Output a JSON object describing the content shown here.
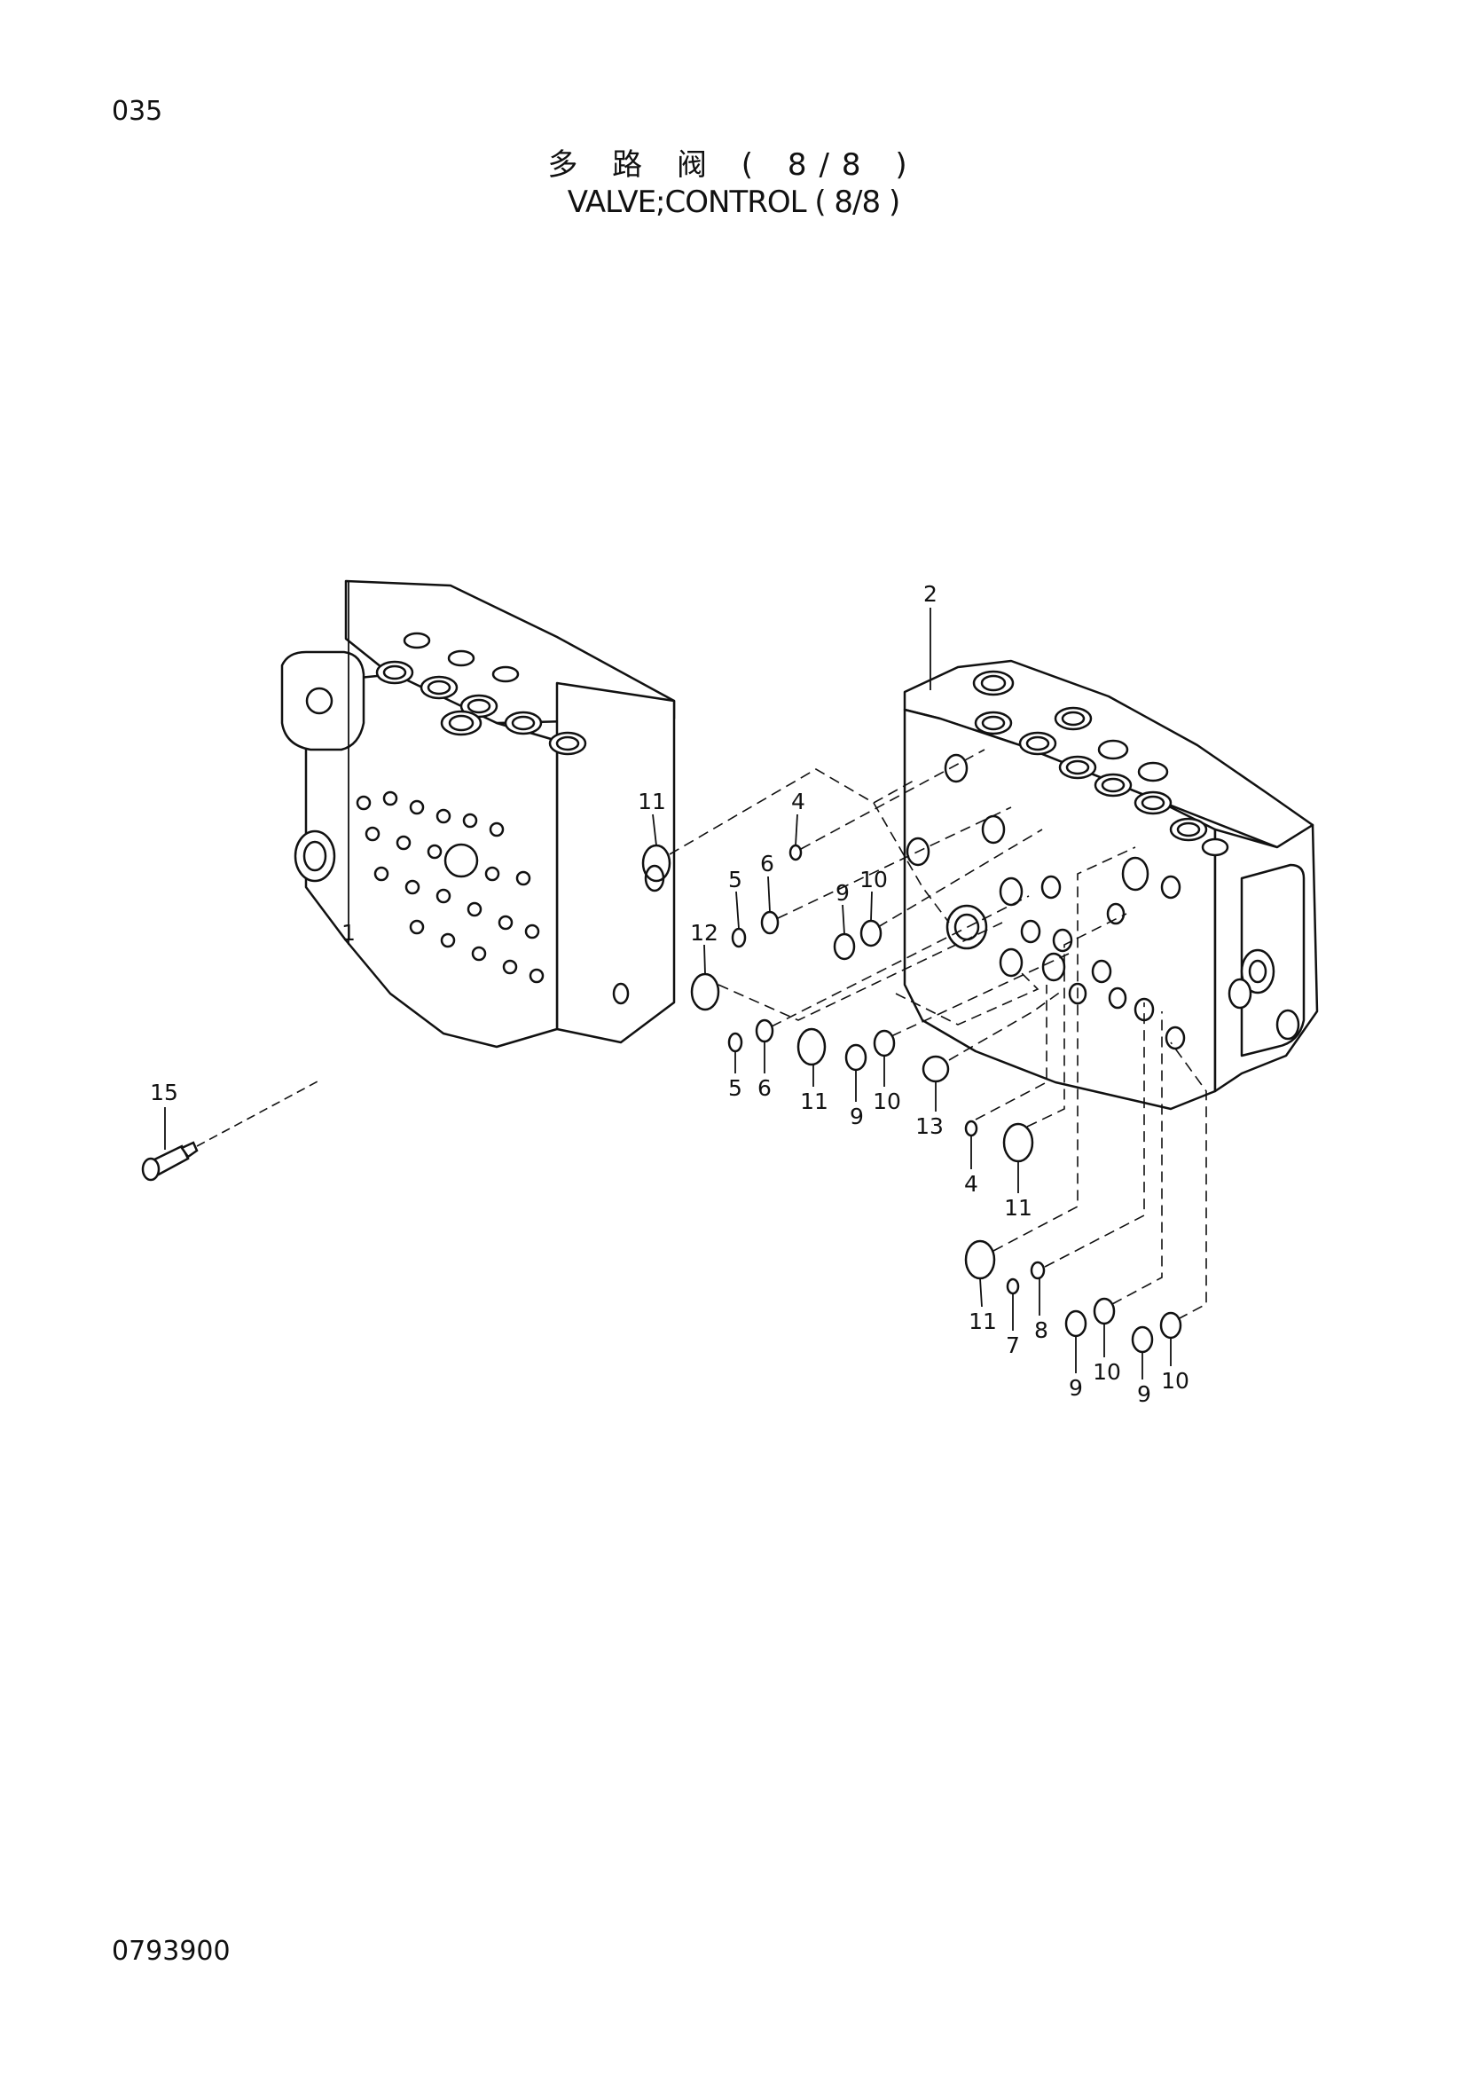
{
  "page_number": "035",
  "title_cn": "多 路 阀 ( 8/8 )",
  "title_en": "VALVE;CONTROL ( 8/8 )",
  "drawing_code": "0793900",
  "callouts": [
    {
      "id": "c1",
      "label": "1"
    },
    {
      "id": "c2",
      "label": "2"
    },
    {
      "id": "c15",
      "label": "15"
    },
    {
      "id": "c11a",
      "label": "11"
    },
    {
      "id": "c4a",
      "label": "4"
    },
    {
      "id": "c6a",
      "label": "6"
    },
    {
      "id": "c5a",
      "label": "5"
    },
    {
      "id": "c9a",
      "label": "9"
    },
    {
      "id": "c10a",
      "label": "10"
    },
    {
      "id": "c12",
      "label": "12"
    },
    {
      "id": "c5b",
      "label": "5"
    },
    {
      "id": "c6b",
      "label": "6"
    },
    {
      "id": "c11b",
      "label": "11"
    },
    {
      "id": "c9b",
      "label": "9"
    },
    {
      "id": "c10b",
      "label": "10"
    },
    {
      "id": "c13",
      "label": "13"
    },
    {
      "id": "c4b",
      "label": "4"
    },
    {
      "id": "c11c",
      "label": "11"
    },
    {
      "id": "c11d",
      "label": "11"
    },
    {
      "id": "c7",
      "label": "7"
    },
    {
      "id": "c8",
      "label": "8"
    },
    {
      "id": "c9c",
      "label": "9"
    },
    {
      "id": "c10c",
      "label": "10"
    },
    {
      "id": "c9d",
      "label": "9"
    },
    {
      "id": "c10d",
      "label": "10"
    }
  ]
}
